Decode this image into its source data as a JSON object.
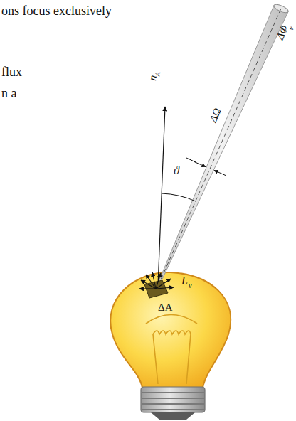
{
  "diagram": {
    "labels": [
      "ons focus exclusively",
      "flux",
      "n a",
      "ΔΦ",
      "v",
      "ΔΩ",
      "n",
      "A",
      "ϑ",
      "L",
      "v",
      "ΔA"
    ]
  }
}
